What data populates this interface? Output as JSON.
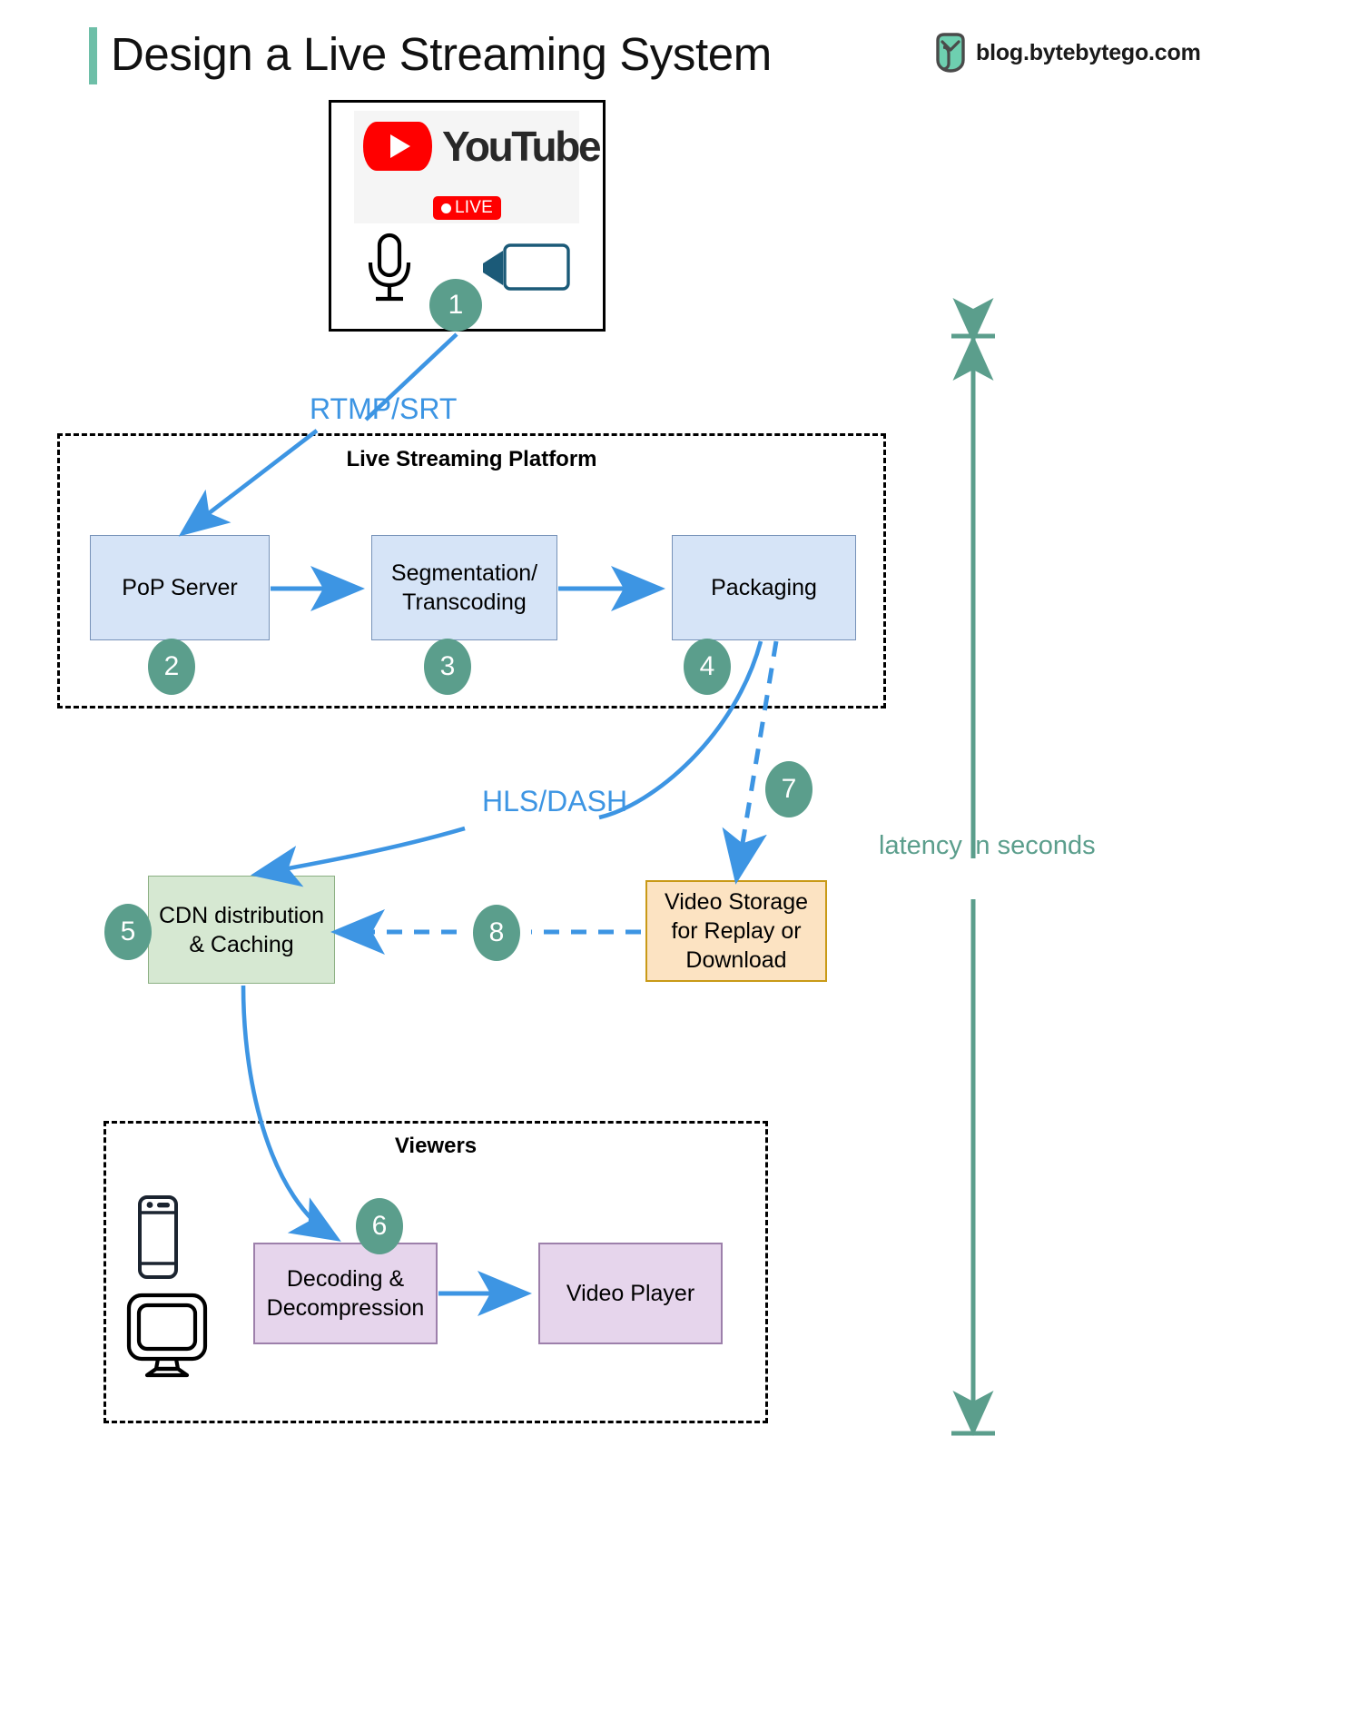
{
  "header": {
    "title": "Design a Live Streaming System",
    "brand_url": "blog.bytebytego.com",
    "accent_color": "#6ebfa8"
  },
  "source": {
    "platform_name": "YouTube",
    "live_badge": "LIVE",
    "mic_icon": "microphone-icon",
    "camera_icon": "video-camera-icon",
    "step": "1"
  },
  "platform_group": {
    "label": "Live Streaming Platform",
    "nodes": [
      {
        "label": "PoP Server",
        "step": "2"
      },
      {
        "label": "Segmentation/\nTranscoding",
        "line1": "Segmentation/",
        "line2": "Transcoding",
        "step": "3"
      },
      {
        "label": "Packaging",
        "step": "4"
      }
    ]
  },
  "cdn": {
    "line1": "CDN distribution",
    "line2": "& Caching",
    "step": "5"
  },
  "storage": {
    "line1": "Video Storage",
    "line2": "for Replay or",
    "line3": "Download",
    "step": "7",
    "replay_step": "8"
  },
  "viewers_group": {
    "label": "Viewers",
    "phone_icon": "mobile-phone-icon",
    "desktop_icon": "desktop-monitor-icon",
    "nodes": [
      {
        "line1": "Decoding &",
        "line2": "Decompression",
        "step": "6"
      },
      {
        "line1": "Video Player",
        "line2": "",
        "step": ""
      }
    ]
  },
  "edges": {
    "ingest_protocol": "RTMP/SRT",
    "delivery_protocol": "HLS/DASH"
  },
  "latency": {
    "label": "latency in seconds",
    "color": "#5b9e8c"
  },
  "colors": {
    "blue_node_fill": "#d6e4f7",
    "blue_node_stroke": "#7792b8",
    "green_node_fill": "#d6e8d2",
    "green_node_stroke": "#8cb083",
    "orange_node_fill": "#fce3c2",
    "orange_node_stroke": "#c99a17",
    "purple_node_fill": "#e6d5ec",
    "purple_node_stroke": "#9d80ab",
    "arrow_blue": "#3d95e3",
    "step_badge": "#5b9e8c",
    "youtube_red": "#ff0000"
  }
}
